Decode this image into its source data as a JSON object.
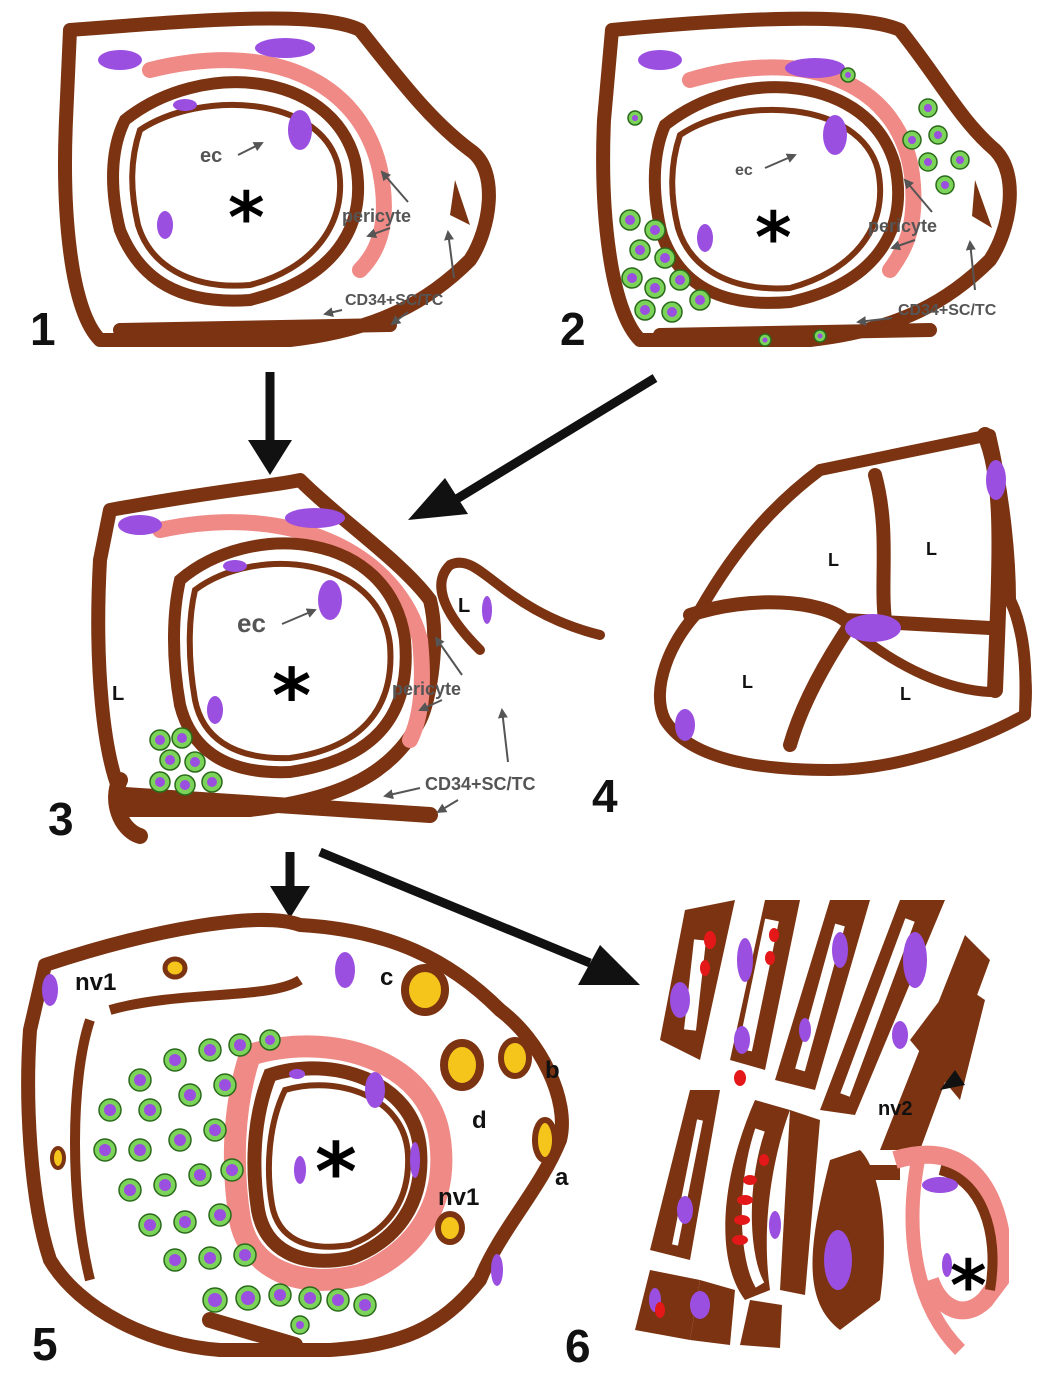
{
  "panels": {
    "p1": {
      "number": "1",
      "ec": "ec",
      "pericyte": "pericyte",
      "cd34": "CD34+SC/TC",
      "lumen_mark": "*"
    },
    "p2": {
      "number": "2",
      "ec": "ec",
      "pericyte": "pericyte",
      "cd34": "CD34+SC/TC",
      "lumen_mark": "*"
    },
    "p3": {
      "number": "3",
      "ec": "ec",
      "pericyte": "pericyte",
      "cd34": "CD34+SC/TC",
      "lumen_mark": "*",
      "lumen_left": "L",
      "lumen_right": "L"
    },
    "p4": {
      "number": "4",
      "lumen_1": "L",
      "lumen_2": "L",
      "lumen_3": "L",
      "lumen_4": "L"
    },
    "p5": {
      "number": "5",
      "nv1_top": "nv1",
      "nv1_right": "nv1",
      "a": "a",
      "b": "b",
      "c": "c",
      "d": "d",
      "lumen_mark": "*"
    },
    "p6": {
      "number": "6",
      "nv2": "nv2",
      "lumen_mark": "*"
    }
  },
  "colors": {
    "stroma": "#7b3311",
    "nucleus": "#9a4fe0",
    "pericyte": "#f08a86",
    "immune_cell": "#7bd35a",
    "adipocyte": "#f5c51b",
    "erythrocyte": "#e41818",
    "arrow": "#111111",
    "label": "#555555"
  }
}
